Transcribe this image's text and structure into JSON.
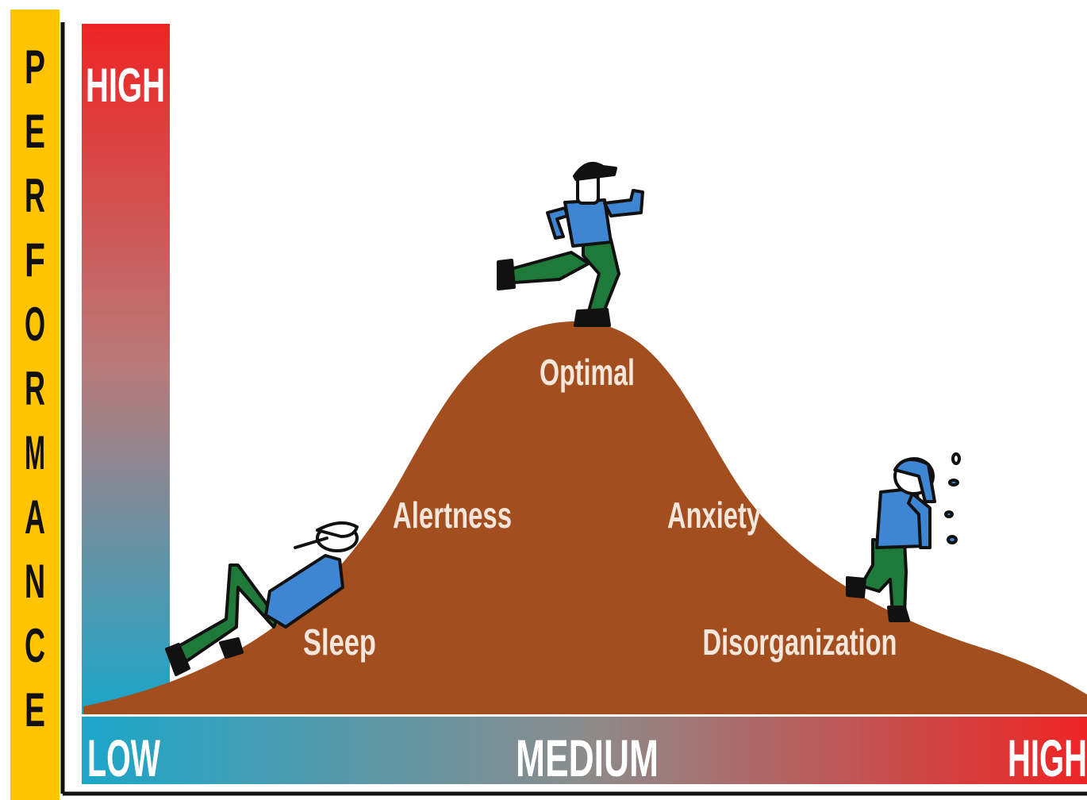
{
  "y_axis": {
    "title": "PERFORMANCE",
    "title_letters": [
      "P",
      "E",
      "R",
      "F",
      "O",
      "R",
      "M",
      "A",
      "N",
      "C",
      "E"
    ],
    "high_label": "HIGH"
  },
  "x_axis": {
    "low_label": "LOW",
    "medium_label": "MEDIUM",
    "high_label": "HIGH"
  },
  "curve_labels": {
    "sleep": "Sleep",
    "alertness": "Alertness",
    "optimal": "Optimal",
    "anxiety": "Anxiety",
    "disorganization": "Disorganization"
  },
  "colors": {
    "axis_low": "#1ba6c9",
    "axis_high": "#ee2424",
    "axis_mid": "#8c8c8c",
    "curve_fill": "#a24e1e",
    "title_band": "#ffc400",
    "figure_shirt": "#3e86d3",
    "figure_pants": "#1f7a3a"
  },
  "icons": {
    "sleeping_figure": "person-lying-icon",
    "running_figure": "person-running-icon",
    "stressed_figure": "person-sweating-icon"
  }
}
